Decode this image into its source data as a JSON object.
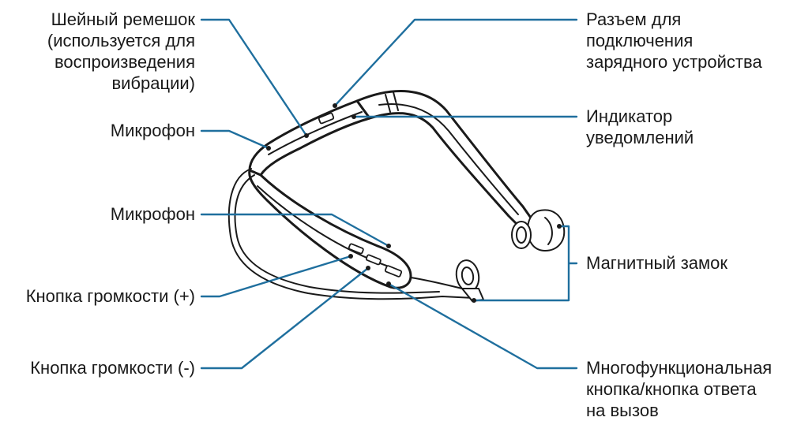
{
  "labels": {
    "neckband": [
      "Шейный ремешок",
      "(используется для",
      "воспроизведения",
      "вибрации)"
    ],
    "charger_port": [
      "Разъем для",
      "подключения",
      "зарядного устройства"
    ],
    "mic_top": [
      "Микрофон"
    ],
    "notification_led": [
      "Индикатор",
      "уведомлений"
    ],
    "mic_bottom": [
      "Микрофон"
    ],
    "magnetic_lock": [
      "Магнитный замок"
    ],
    "volume_up": [
      "Кнопка громкости (+)"
    ],
    "volume_down": [
      "Кнопка громкости (-)"
    ],
    "multifunction": [
      "Многофункциональная",
      "кнопка/кнопка ответа",
      "на вызов"
    ]
  }
}
